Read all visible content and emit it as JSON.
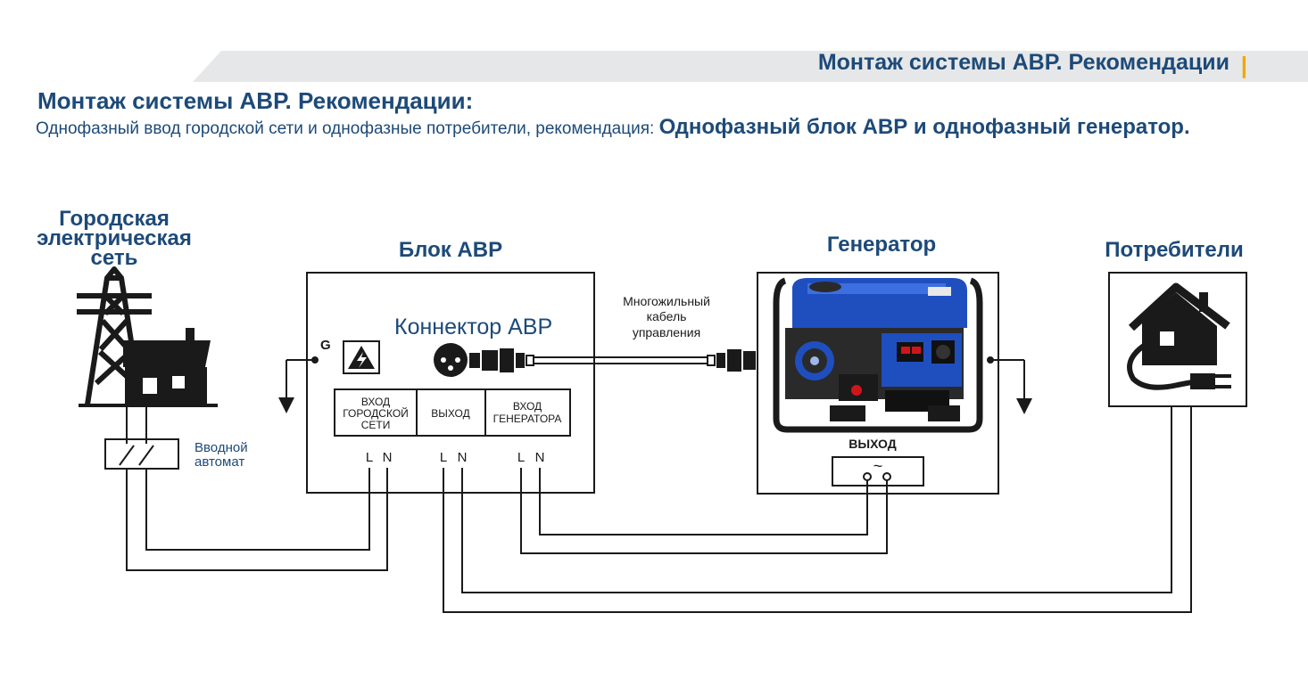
{
  "header": {
    "banner_title": "Монтаж системы АВР. Рекомендации",
    "banner_separator": "|",
    "page_title": "Монтаж системы АВР. Рекомендации:",
    "description_plain": "Однофазный ввод городской сети и однофазные потребители, рекомендация: ",
    "description_bold": "Однофазный блок АВР и однофазный генератор."
  },
  "diagram": {
    "grid": {
      "title_lines": [
        "Городская",
        "электрическая",
        "сеть"
      ],
      "breaker_label_lines": [
        "Вводной",
        "автомат"
      ]
    },
    "avr": {
      "title": "Блок АВР",
      "ground_label": "G",
      "connector_label": "Коннектор АВР",
      "terminals": [
        {
          "label_lines": [
            "ВХОД",
            "ГОРОДСКОЙ",
            "СЕТИ"
          ],
          "pins": [
            "L",
            "N"
          ]
        },
        {
          "label_lines": [
            "ВЫХОД"
          ],
          "pins": [
            "L",
            "N"
          ]
        },
        {
          "label_lines": [
            "ВХОД",
            "ГЕНЕРАТОРА"
          ],
          "pins": [
            "L",
            "N"
          ]
        }
      ]
    },
    "cable": {
      "label_lines": [
        "Многожильный",
        "кабель",
        "управления"
      ]
    },
    "generator": {
      "title": "Генератор",
      "output_label": "ВЫХОД",
      "output_symbol": "~"
    },
    "consumers": {
      "title": "Потребители"
    }
  },
  "colors": {
    "primary_blue": "#1d4a78",
    "accent_yellow": "#f0a800",
    "banner_gray": "#e6e7e8",
    "line_dark": "#1a1a1a",
    "generator_blue": "#1f4fbf"
  }
}
